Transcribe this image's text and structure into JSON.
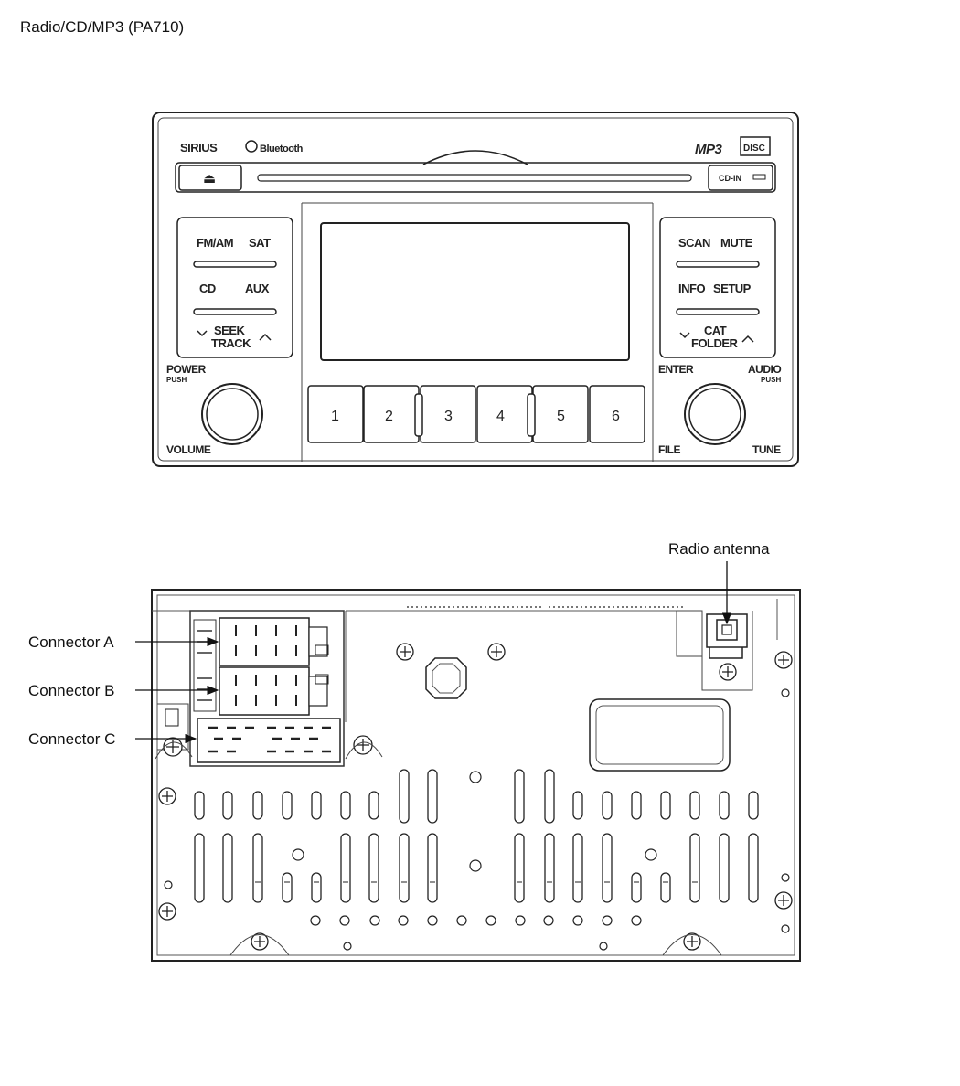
{
  "title": "Radio/CD/MP3 (PA710)",
  "front": {
    "brand_sirius": "SIRIUS",
    "brand_bluetooth": "Bluetooth",
    "brand_mp3": "MP3",
    "brand_disc": "DISC",
    "cd_in": "CD-IN",
    "eject_symbol": "⏏",
    "left_buttons": [
      {
        "a": "FM/AM",
        "b": "SAT"
      },
      {
        "a": "CD",
        "b": "AUX"
      }
    ],
    "seek": {
      "line1": "SEEK",
      "line2": "TRACK"
    },
    "right_buttons": [
      {
        "a": "SCAN",
        "b": "MUTE"
      },
      {
        "a": "INFO",
        "b": "SETUP"
      }
    ],
    "cat": {
      "line1": "CAT",
      "line2": "FOLDER"
    },
    "power": "POWER",
    "push": "PUSH",
    "volume": "VOLUME",
    "enter": "ENTER",
    "audio": "AUDIO",
    "file": "FILE",
    "tune": "TUNE",
    "presets": [
      "1",
      "2",
      "3",
      "4",
      "5",
      "6"
    ]
  },
  "rear": {
    "callouts": {
      "connector_a": "Connector A",
      "connector_b": "Connector B",
      "connector_c": "Connector C",
      "radio_antenna": "Radio antenna"
    }
  }
}
